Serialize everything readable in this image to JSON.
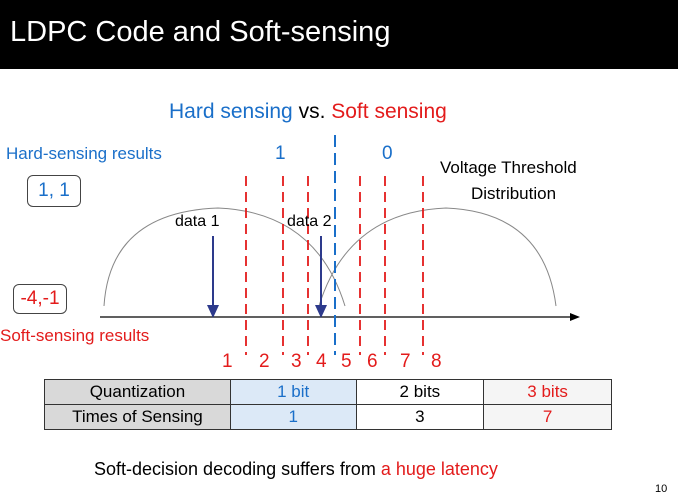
{
  "title": "LDPC Code and Soft-sensing",
  "subtitle": {
    "part1": "Hard sensing",
    "part2": " vs. ",
    "part3": "Soft sensing"
  },
  "hard_sensing_label": "Hard-sensing results",
  "soft_sensing_label": "Soft-sensing results",
  "hard_result": "1, 1",
  "soft_result": "-4,-1",
  "bit_one": "1",
  "bit_zero": "0",
  "distribution_label": {
    "line1": "Voltage Threshold",
    "line2": "Distribution"
  },
  "data1_label": "data 1",
  "data2_label": "data 2",
  "region_numbers": [
    "1",
    "2",
    "3",
    "4",
    "5",
    "6",
    "7",
    "8"
  ],
  "table": {
    "rows": [
      {
        "header": "Quantization",
        "values": [
          "1 bit",
          "2 bits",
          "3 bits"
        ]
      },
      {
        "header": "Times of Sensing",
        "values": [
          "1",
          "3",
          "7"
        ]
      }
    ]
  },
  "footer": {
    "part1": "Soft-decision decoding suffers from ",
    "part2": "a huge latency"
  },
  "page_number": "10",
  "colors": {
    "blue": "#1a6fc9",
    "red": "#e31b1b",
    "arrow": "#2d3a8c",
    "header_bg": "#000000"
  }
}
